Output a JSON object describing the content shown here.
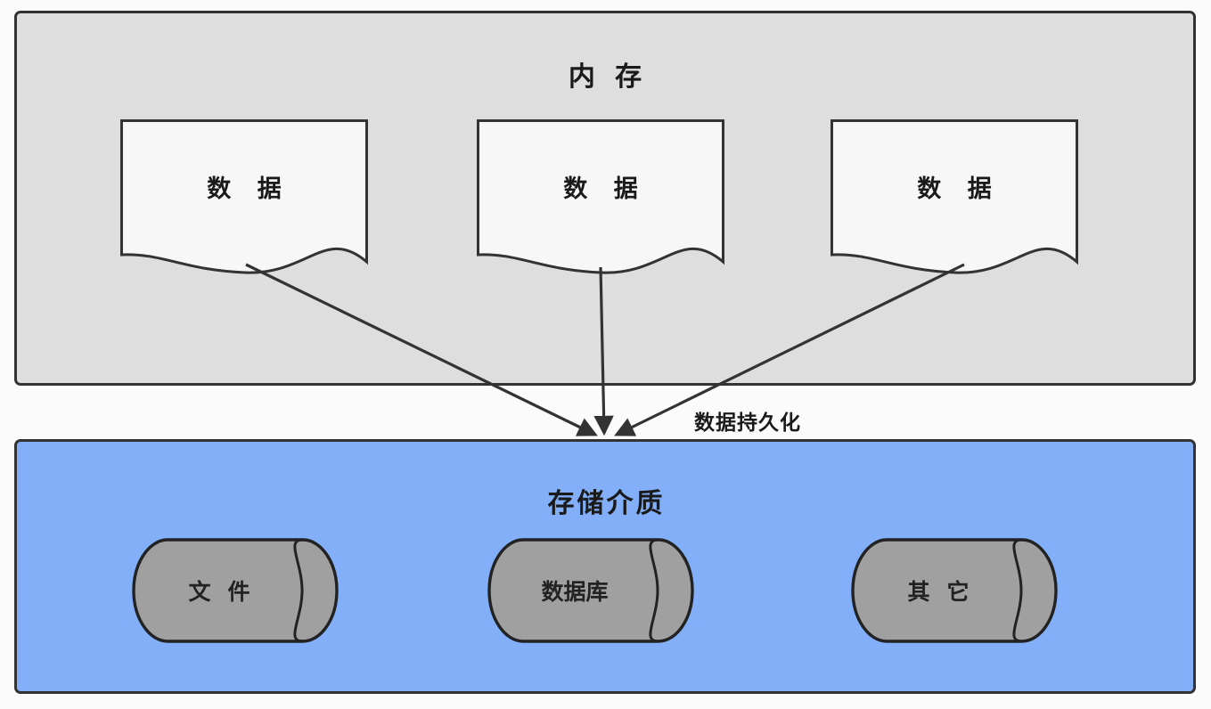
{
  "diagram": {
    "title_semantic": "data-persistence-architecture",
    "memory": {
      "title": "内 存",
      "bg_color": "#dedede",
      "border_color": "#333333",
      "notes": [
        {
          "label": "数 据"
        },
        {
          "label": "数 据"
        },
        {
          "label": "数 据"
        }
      ]
    },
    "flow": {
      "label": "数据持久化",
      "arrow_color": "#333333",
      "arrow_count": 3
    },
    "storage": {
      "title": "存储介质",
      "bg_color": "#82AFF8",
      "border_color": "#333333",
      "media": [
        {
          "label": "文 件"
        },
        {
          "label": "数据库"
        },
        {
          "label": "其 它"
        }
      ],
      "cylinder_color": "#a0a0a0"
    }
  }
}
